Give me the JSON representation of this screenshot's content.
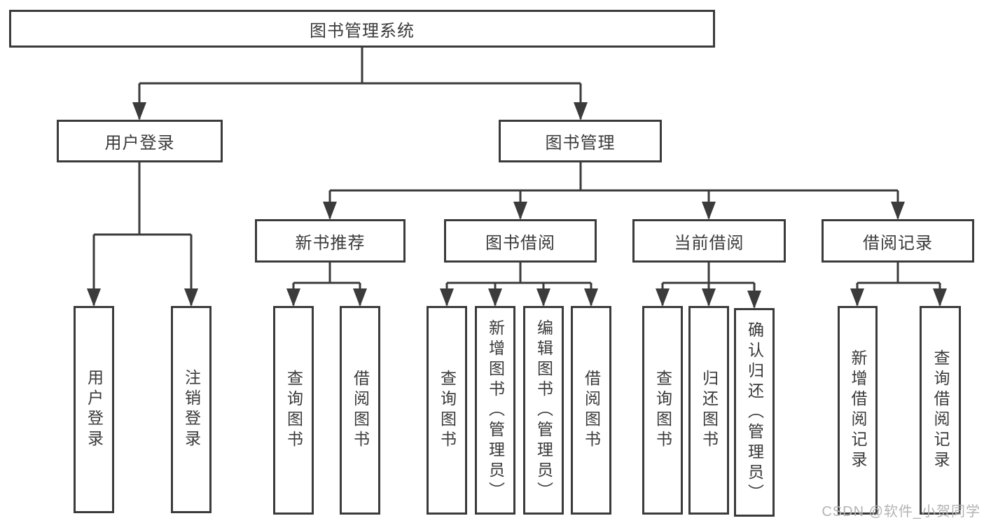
{
  "tree": {
    "root": {
      "label": "图书管理系统",
      "children": [
        {
          "label": "用户登录",
          "children": [
            {
              "label": "用户登录"
            },
            {
              "label": "注销登录"
            }
          ]
        },
        {
          "label": "图书管理",
          "children": [
            {
              "label": "新书推荐",
              "children": [
                {
                  "label": "查询图书"
                },
                {
                  "label": "借阅图书"
                }
              ]
            },
            {
              "label": "图书借阅",
              "children": [
                {
                  "label": "查询图书"
                },
                {
                  "label": "新增图书（管理员）"
                },
                {
                  "label": "编辑图书（管理员）"
                },
                {
                  "label": "借阅图书"
                }
              ]
            },
            {
              "label": "当前借阅",
              "children": [
                {
                  "label": "查询图书"
                },
                {
                  "label": "归还图书"
                },
                {
                  "label": "确认归还（管理员）"
                }
              ]
            },
            {
              "label": "借阅记录",
              "children": [
                {
                  "label": "新增借阅记录"
                },
                {
                  "label": "查询借阅记录"
                }
              ]
            }
          ]
        }
      ]
    }
  },
  "watermark": {
    "text": "CSDN @软件_小贺同学"
  },
  "colors": {
    "line": "#3b3b3b",
    "text": "#3a3a3a",
    "box_background": "#ffffff",
    "page_background": "#ffffff",
    "watermark": "#b3b3b3"
  }
}
